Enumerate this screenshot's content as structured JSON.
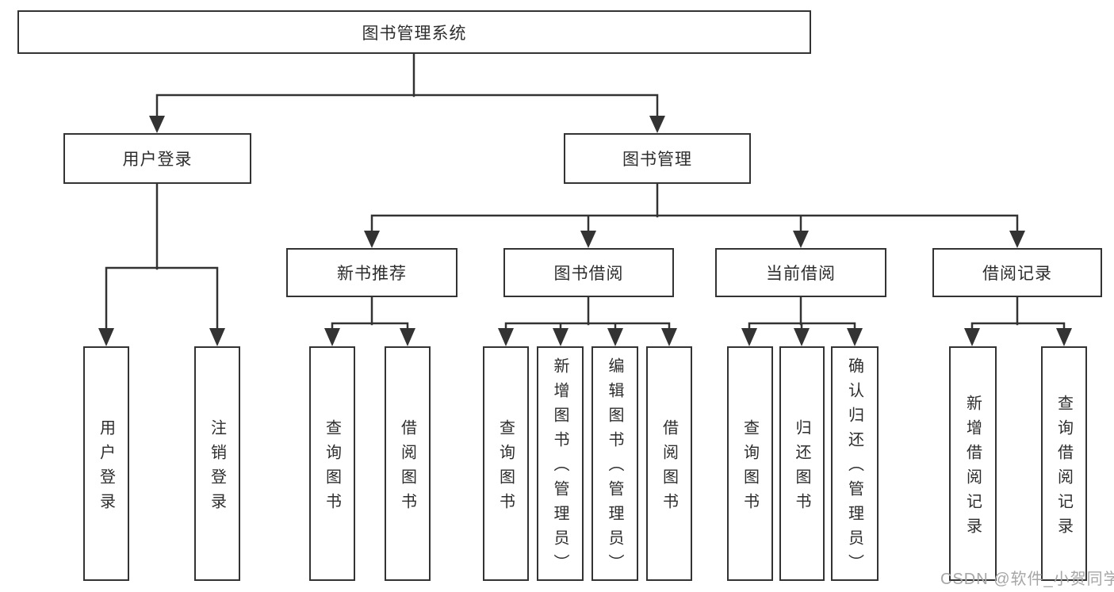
{
  "diagram": {
    "root": "图书管理系统",
    "level2": {
      "user_login": "用户登录",
      "book_mgmt": "图书管理"
    },
    "level3": {
      "new_books": "新书推荐",
      "borrow": "图书借阅",
      "current": "当前借阅",
      "records": "借阅记录"
    },
    "leaves": {
      "login": "用户登录",
      "logout": "注销登录",
      "nb_query": "查询图书",
      "nb_borrow": "借阅图书",
      "bw_query": "查询图书",
      "bw_add": "新增图书（管理员）",
      "bw_edit": "编辑图书（管理员）",
      "bw_borrow": "借阅图书",
      "cur_query": "查询图书",
      "cur_return": "归还图书",
      "cur_confirm": "确认归还（管理员）",
      "rec_add": "新增借阅记录",
      "rec_query": "查询借阅记录"
    }
  },
  "watermark": "CSDN @软件_小贺同学",
  "colors": {
    "line": "#333333",
    "text": "#2d2d2d",
    "watermark": "#a6a6a6",
    "background": "#ffffff"
  }
}
